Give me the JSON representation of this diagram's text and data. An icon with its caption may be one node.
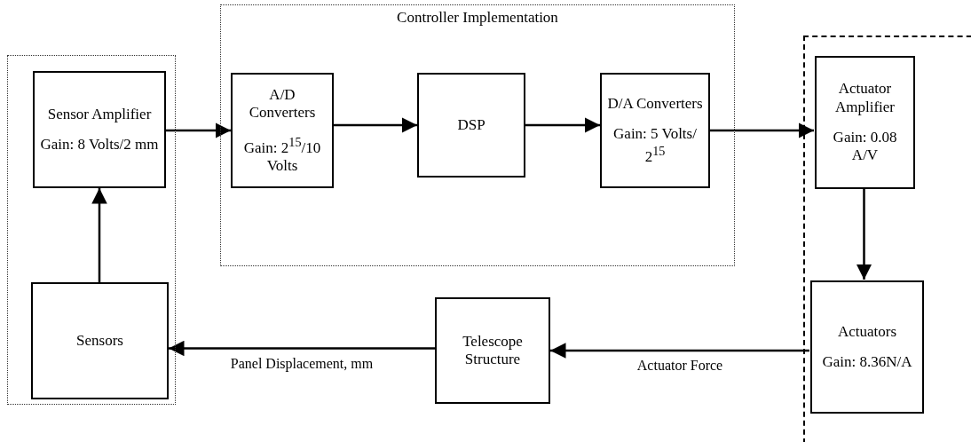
{
  "diagram": {
    "nodes": [
      {
        "text": [],
        "shape": "box"
      },
      {
        "text": [
          "Sensor Amplifier",
          "Gain: 8 Volts/2 mm"
        ],
        "in": 0
      },
      {
        "text": [
          "Controller Implementation"
        ]
      },
      {
        "text": [
          "A/D Converters",
          "Gain: 2$^{15}$/10 Volts"
        ],
        "in": 2
      },
      {
        "text": [
          "DSP"
        ],
        "in": 2
      },
      {
        "text": [
          "D/A Converters",
          "Gain: 5 Volts/ 2$^{15}$"
        ],
        "in": 2
      },
      {
        "text": [],
        "shape": "box"
      },
      {
        "text": [
          "Actuator Amplifier",
          "Gain: 0.08 A/V"
        ],
        "in": 6
      },
      {
        "text": [
          "Actuators",
          "Gain: 8.36N/A"
        ],
        "in": 6
      },
      {
        "text": [
          "Telescope Structure"
        ]
      },
      {
        "text": [
          "Sensors"
        ],
        "in": 0
      }
    ],
    "edges": [
      {
        "from": 1,
        "to": 3,
        "arrow": "to"
      },
      {
        "from": 3,
        "to": 4,
        "arrow": "to"
      },
      {
        "from": 4,
        "to": 5,
        "arrow": "to"
      },
      {
        "from": 5,
        "to": 7,
        "arrow": "to"
      },
      {
        "from": 7,
        "to": 8,
        "arrow": "to"
      },
      {
        "from": 8,
        "to": 9,
        "arrow": "to",
        "label": "Actuator Force"
      },
      {
        "from": 9,
        "to": 10,
        "arrow": "to",
        "label": "Panel Displacement, mm"
      },
      {
        "from": 10,
        "to": 1,
        "arrow": "to"
      }
    ]
  }
}
